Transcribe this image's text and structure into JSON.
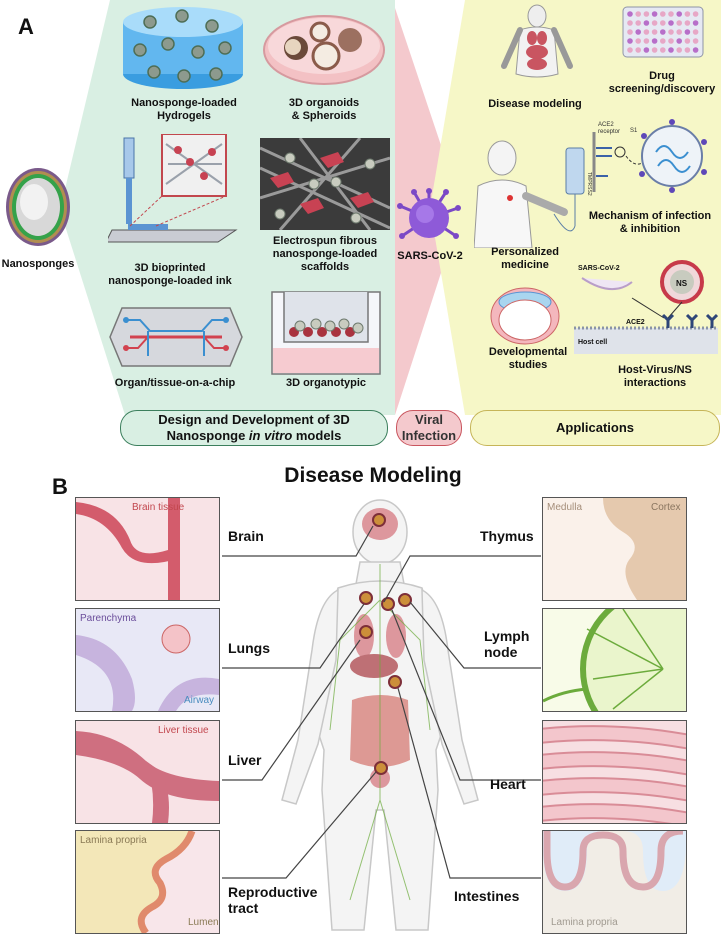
{
  "panel_a": {
    "letter": "A",
    "nanosponges": "Nanosponges",
    "models": [
      {
        "label": "Nanosponge-loaded\nHydrogels"
      },
      {
        "label": "3D organoids\n& Spheroids"
      },
      {
        "label": "3D bioprinted\nnanosponge-loaded ink"
      },
      {
        "label": "Electrospun fibrous\nnanosponge-loaded\nscaffolds"
      },
      {
        "label": "Organ/tissue-on-a-chip"
      },
      {
        "label": "3D organotypic"
      }
    ],
    "virus_label": "SARS-CoV-2",
    "applications": [
      {
        "label": "Disease modeling"
      },
      {
        "label": "Drug\nscreening/discovery"
      },
      {
        "label": "Personalized\nmedicine"
      },
      {
        "label": "Mechanism of infection\n& inhibition"
      },
      {
        "label": "Developmental\nstudies"
      },
      {
        "label": "Host-Virus/NS\ninteractions"
      }
    ],
    "mechanism_small": {
      "ace2_receptor": "ACE2\nreceptor",
      "s1": "S1",
      "tmprss2": "TMPRSS2"
    },
    "host_virus_small": {
      "sars": "SARS-CoV-2",
      "ns": "NS",
      "ace2": "ACE2",
      "host_cell": "Host cell"
    },
    "footer": {
      "design_pre": "Design and Development of 3D",
      "design_mid": "Nanosponge ",
      "design_italic": "in vitro",
      "design_post": " models",
      "viral": "Viral\nInfection",
      "applications": "Applications"
    },
    "colors": {
      "green_band": "#d9efe3",
      "pink_band": "#f4c9cd",
      "yellow_band": "#f6f7c7"
    }
  },
  "panel_b": {
    "letter": "B",
    "title": "Disease Modeling",
    "left_organs": [
      {
        "label": "Brain",
        "tissue_text": [
          "Brain tissue"
        ]
      },
      {
        "label": "Lungs",
        "tissue_text": [
          "Parenchyma",
          "Airway"
        ]
      },
      {
        "label": "Liver",
        "tissue_text": [
          "Liver tissue"
        ]
      },
      {
        "label": "Reproductive\ntract",
        "tissue_text": [
          "Lamina propria",
          "Lumen"
        ]
      }
    ],
    "right_organs": [
      {
        "label": "Thymus",
        "tissue_text": [
          "Medulla",
          "Cortex"
        ]
      },
      {
        "label": "Lymph\nnode",
        "tissue_text": []
      },
      {
        "label": "Heart",
        "tissue_text": []
      },
      {
        "label": "Intestines",
        "tissue_text": [
          "Lamina propria"
        ]
      }
    ]
  }
}
